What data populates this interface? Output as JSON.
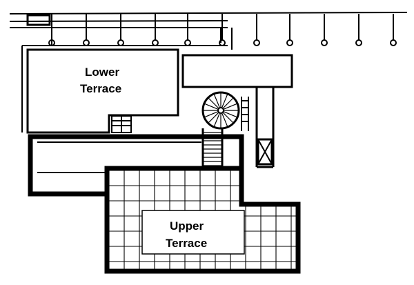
{
  "diagram": {
    "lower_terrace": {
      "line1": "Lower",
      "line2": "Terrace"
    },
    "upper_terrace": {
      "line1": "Upper",
      "line2": "Terrace"
    }
  }
}
